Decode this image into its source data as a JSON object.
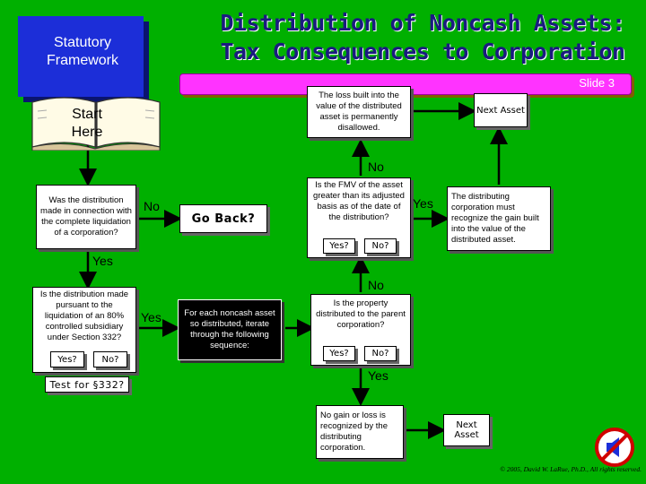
{
  "title_line1": "Distribution of Noncash Assets:",
  "title_line2": "Tax Consequences to Corporation",
  "framework": "Statutory Framework",
  "slide": "Slide 3",
  "start": "Start Here",
  "loss_box": "The loss built into the value of the distributed asset is permanently disallowed.",
  "next_asset_top": "Next Asset",
  "no_top": "No",
  "complete_liq_box": "Was the distribution made in connection with the complete liquidation of a corporation?",
  "no_left": "No",
  "go_back": "Go Back?",
  "fmv_box": "Is the FMV of the asset greater than its adjusted basis as of the date of the distribution?",
  "yes_fmv_btn": "Yes?",
  "no_fmv_btn": "No?",
  "yes_right": "Yes",
  "recognize_box": "The distributing corporation must recognize the gain built into the value of the distributed asset.",
  "yes_left": "Yes",
  "no_mid": "No",
  "subsidiary_box": "Is the distribution made pursuant to the liquidation of an 80% controlled subsidiary under Section 332?",
  "yes_mid_left": "Yes",
  "yes_sub_btn": "Yes?",
  "no_sub_btn": "No?",
  "iterate_box": "For each noncash asset so distributed, iterate through the following sequence:",
  "parent_box": "Is the property distributed to the parent corporation?",
  "yes_parent_btn": "Yes?",
  "no_parent_btn": "No?",
  "test332": "Test for §332?",
  "yes_bottom": "Yes",
  "no_gain_box": "No gain or loss is recognized by the distributing corporation.",
  "next_asset_bottom": "Next Asset",
  "copyright": "© 2005, David W. LaRue, Ph.D., All rights reserved.",
  "colors": {
    "background": "#00b000",
    "framework": "#1c2ed8",
    "slidebar": "#ff33ff",
    "title": "#1a1a80"
  }
}
